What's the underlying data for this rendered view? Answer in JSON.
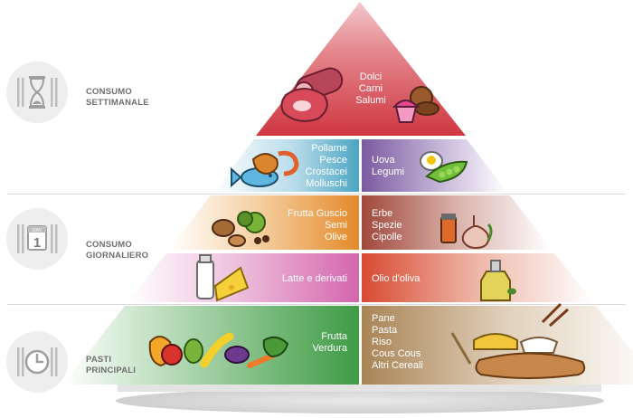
{
  "left_sections": [
    {
      "label_lines": [
        "CONSUMO",
        "SETTIMANALE"
      ],
      "icon": "hourglass-icon"
    },
    {
      "label_lines": [
        "CONSUMO",
        "GIORNALIERO"
      ],
      "icon": "calendar-icon",
      "calendar_text": "DAY",
      "calendar_number": "1"
    },
    {
      "label_lines": [
        "PASTI",
        "PRINCIPALI"
      ],
      "icon": "clock-cutlery-icon"
    }
  ],
  "tiers": {
    "top": {
      "lines": [
        "Dolci",
        "Carni",
        "Salumi"
      ],
      "color": "#d13a43"
    },
    "second_left": {
      "lines": [
        "Pollame",
        "Pesce",
        "Crostacei",
        "Molluschi"
      ],
      "color": "#4aa6c3"
    },
    "second_right": {
      "lines": [
        "Uova",
        "Legumi"
      ],
      "color": "#7a5aa1"
    },
    "third_left": {
      "lines": [
        "Frutta Guscio",
        "Semi",
        "Olive"
      ],
      "color": "#e48a2a"
    },
    "third_right": {
      "lines": [
        "Erbe",
        "Spezie",
        "Cipolle"
      ],
      "color": "#a0473a"
    },
    "fourth_left": {
      "lines": [
        "Latte e derivati"
      ],
      "color": "#d466ad"
    },
    "fourth_right": {
      "lines": [
        "Olio d'oliva"
      ],
      "color": "#d84a31"
    },
    "base_left": {
      "lines": [
        "Frutta",
        "Verdura"
      ],
      "color": "#3f9b45"
    },
    "base_right": {
      "lines": [
        "Pane",
        "Pasta",
        "Riso",
        "Cous Cous",
        "Altri Cereali"
      ],
      "color": "#a98456"
    }
  }
}
